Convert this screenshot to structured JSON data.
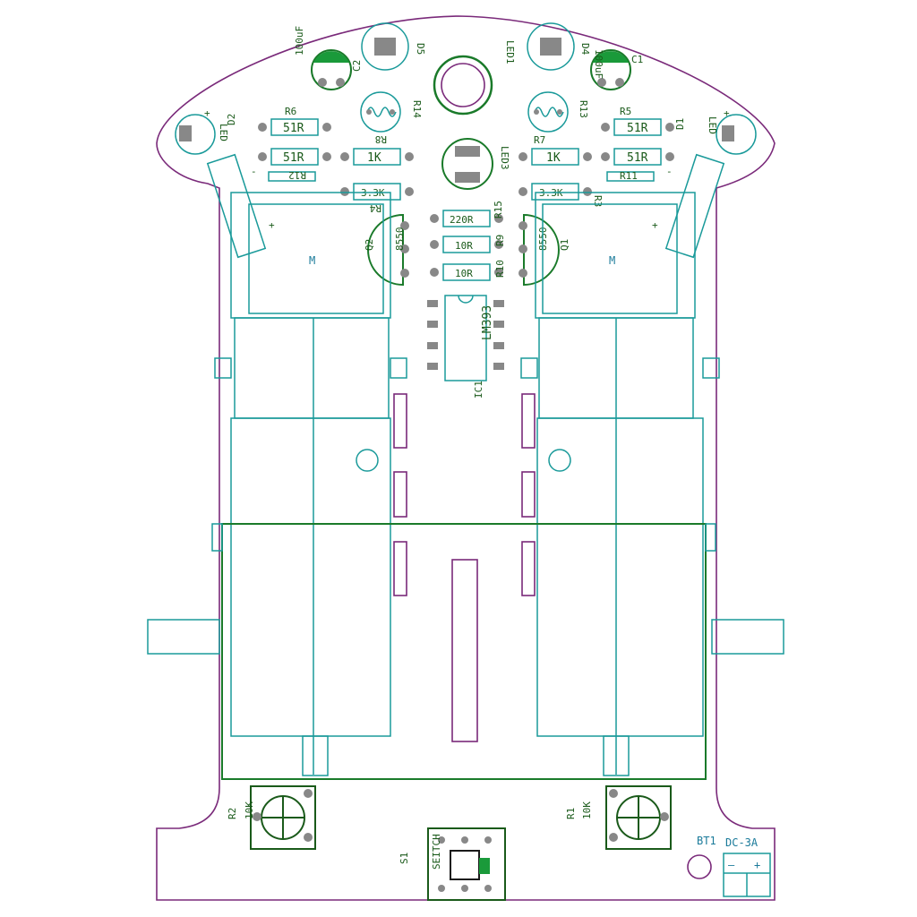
{
  "labels": {
    "c2_value": "100uF",
    "c1_value": "100uF",
    "d5": "D5",
    "led1": "LED1",
    "d4": "D4",
    "c2": "C2",
    "c1": "C1",
    "r14": "R14",
    "r13": "R13",
    "r6": "R6",
    "r6_val": "51R",
    "r5": "R5",
    "r5_val": "51R",
    "r8": "R8",
    "r8_val": "1K",
    "r7": "R7",
    "r7_val": "1K",
    "r2_val": "51R",
    "r1_val": "51R",
    "r12": "R12",
    "r11": "R11",
    "r4": "R4",
    "r4_val": "3.3K",
    "r3": "R3",
    "r3_val": "3.3K",
    "led3": "LED3",
    "d2": "D2",
    "d1": "D1",
    "led_left": "LED",
    "led_right": "LED",
    "q2": "Q2",
    "q1": "Q1",
    "q_type_left": "8550",
    "q_type_right": "8550",
    "r15": "R15",
    "r15_val": "220R",
    "r9": "R9",
    "r9_val": "10R",
    "r10": "R10",
    "r10_val": "10R",
    "ic": "LM393",
    "ic1": "IC1",
    "motor_left": "M",
    "motor_right": "M",
    "pot_r2": "R2",
    "pot_r2_val": "10K",
    "pot_r1": "R1",
    "pot_r1_val": "10K",
    "switch": "S1",
    "switch_name": "SEITCH",
    "power_bt": "BT1",
    "power_dc": "DC-3A",
    "minus": "—",
    "plus": "+"
  },
  "colors": {
    "outline": "#7a2a7a",
    "silkscreen": "#1a9a9a",
    "battery_box": "#1a7a2a",
    "pad": "#888888",
    "capacitor_pad": "#1a9a3a"
  }
}
